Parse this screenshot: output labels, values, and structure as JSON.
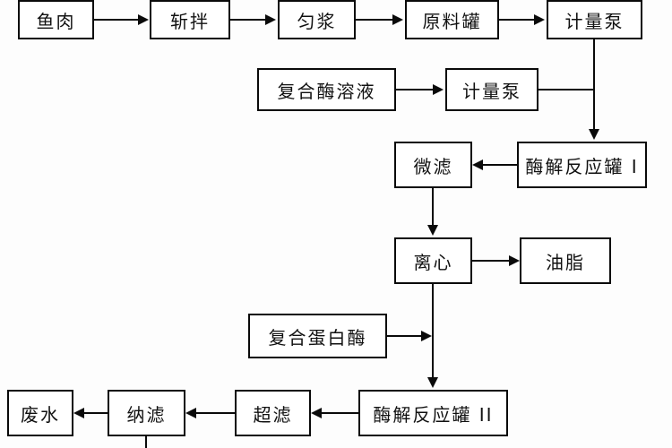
{
  "diagram": {
    "title": "",
    "type": "flowchart",
    "colors": {
      "background": "#fdfdfd",
      "box_fill": "#ffffff",
      "box_border": "#0a0a0a",
      "text": "#111111",
      "arrow": "#0a0a0a"
    },
    "nodes": {
      "fish": {
        "label": "鱼肉"
      },
      "chop": {
        "label": "斩拌"
      },
      "homogenate": {
        "label": "匀浆"
      },
      "raw_tank": {
        "label": "原料罐"
      },
      "pump1": {
        "label": "计量泵"
      },
      "enzyme_solution": {
        "label": "复合酶溶液"
      },
      "pump2": {
        "label": "计量泵"
      },
      "reactor1": {
        "label": "酶解反应罐 I"
      },
      "microfiltration": {
        "label": "微滤"
      },
      "centrifuge": {
        "label": "离心"
      },
      "oil": {
        "label": "油脂"
      },
      "protease": {
        "label": "复合蛋白酶"
      },
      "reactor2": {
        "label": "酶解反应罐 II"
      },
      "ultrafiltration": {
        "label": "超滤"
      },
      "nanofiltration": {
        "label": "纳滤"
      },
      "wastewater": {
        "label": "废水"
      }
    },
    "edges": [
      "鱼肉→斩拌",
      "斩拌→匀浆",
      "匀浆→原料罐",
      "原料罐→计量泵",
      "计量泵→酶解反应罐 I",
      "复合酶溶液→计量泵",
      "计量泵→酶解反应罐 I",
      "酶解反应罐 I→微滤",
      "微滤→离心",
      "离心→油脂",
      "离心→酶解反应罐 II",
      "复合蛋白酶→酶解反应罐 II",
      "酶解反应罐 II→超滤",
      "超滤→纳滤",
      "纳滤→废水",
      "纳滤→(下方出口)"
    ]
  }
}
